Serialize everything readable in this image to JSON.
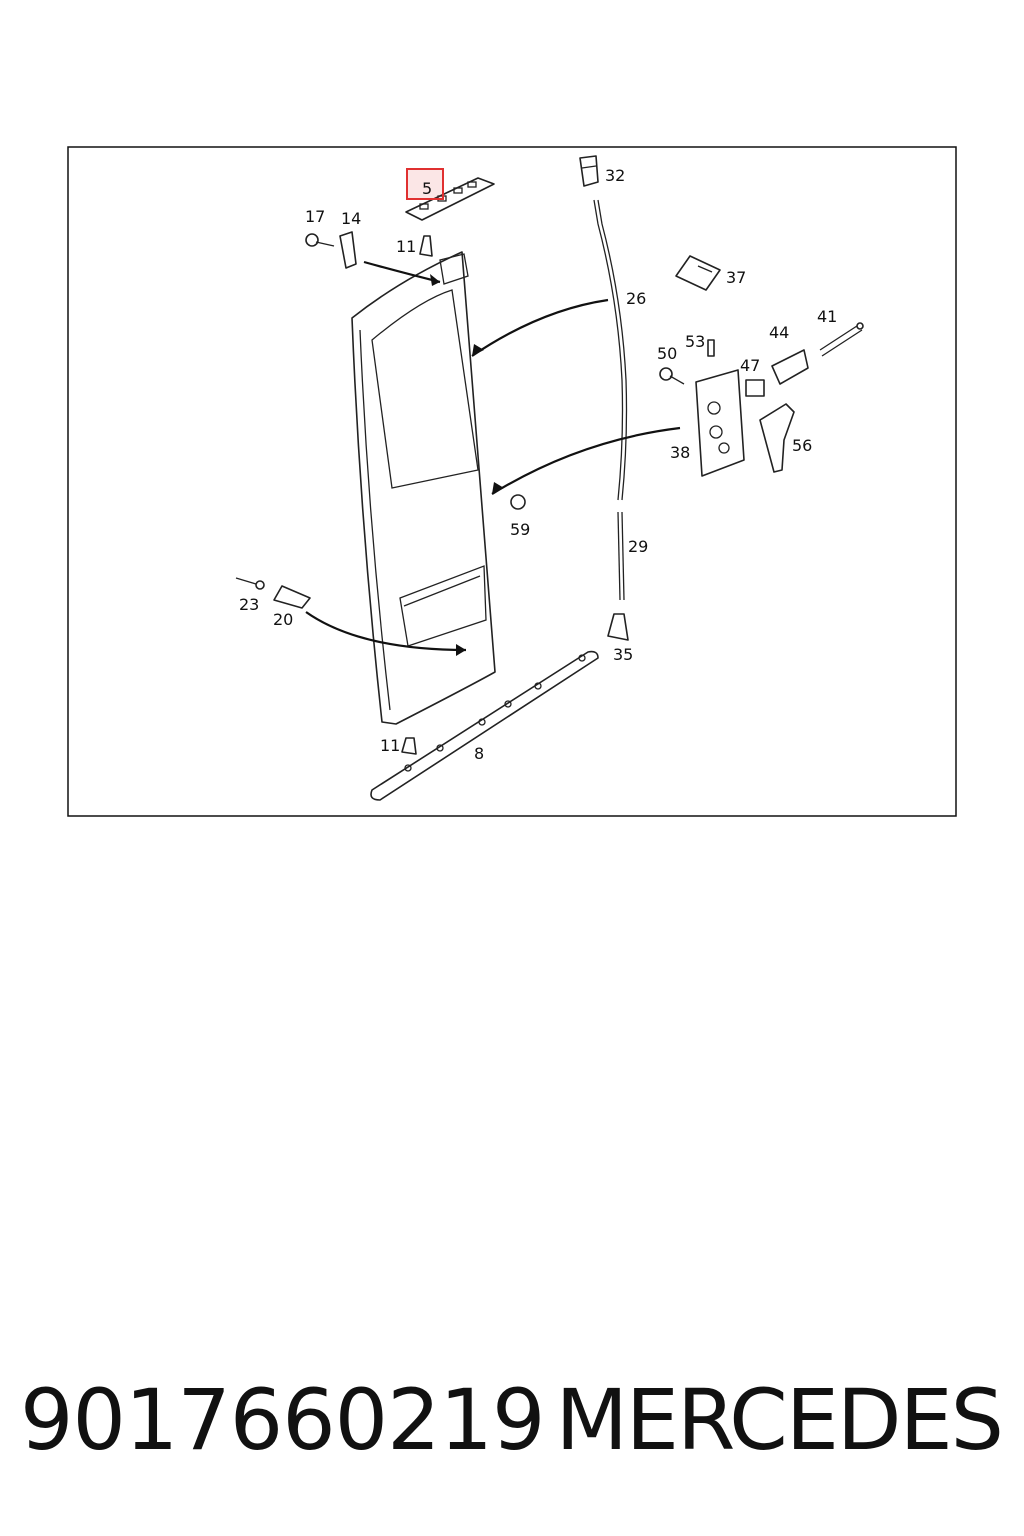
{
  "diagram": {
    "callouts": {
      "c5": "5",
      "c32": "32",
      "c17": "17",
      "c14": "14",
      "c11_top": "11",
      "c37": "37",
      "c26": "26",
      "c41": "41",
      "c44": "44",
      "c53": "53",
      "c50": "50",
      "c47": "47",
      "c56": "56",
      "c38": "38",
      "c59": "59",
      "c29": "29",
      "c23": "23",
      "c20": "20",
      "c35": "35",
      "c11_bottom": "11",
      "c8": "8"
    },
    "highlight_color": "#e03030"
  },
  "caption": {
    "part_number": "9017660219",
    "brand": "MERCEDES"
  }
}
